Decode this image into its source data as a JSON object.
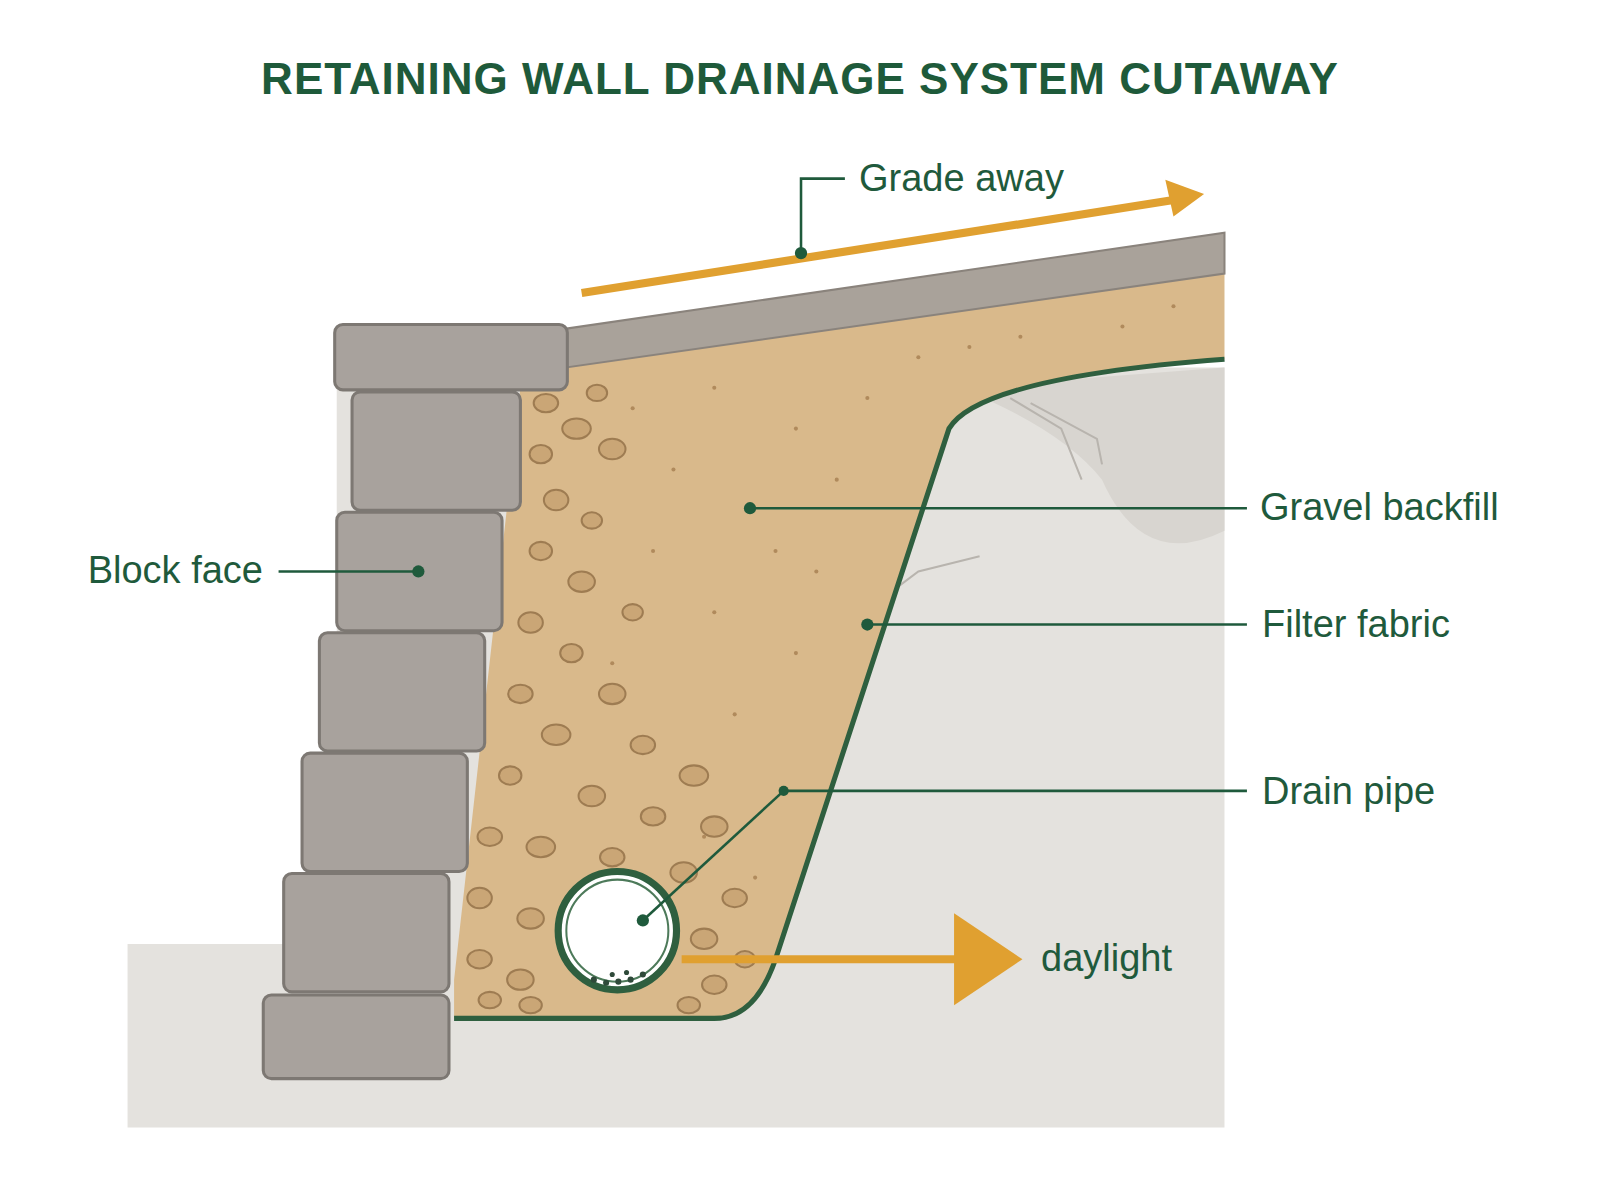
{
  "diagram": {
    "title": "RETAINING WALL DRAINAGE SYSTEM CUTAWAY",
    "labels": [
      "Grade away",
      "Block face",
      "Gravel backfill",
      "Filter fabric",
      "Drain pipe",
      "daylight"
    ]
  }
}
